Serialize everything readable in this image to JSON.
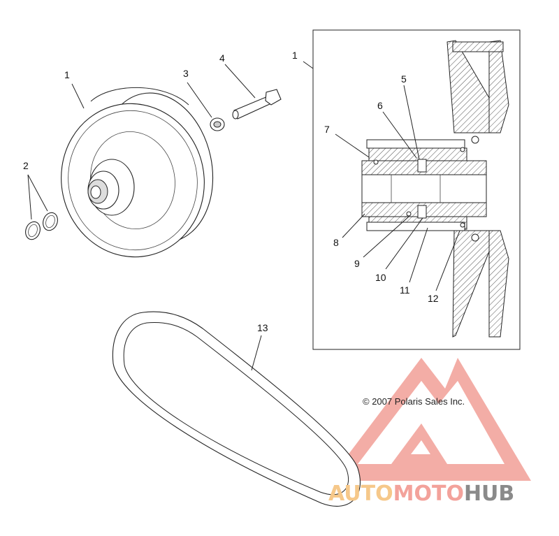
{
  "callouts": {
    "c1_left": "1",
    "c2": "2",
    "c3": "3",
    "c4": "4",
    "c1_box": "1",
    "c5": "5",
    "c6": "6",
    "c7": "7",
    "c8": "8",
    "c9": "9",
    "c10": "10",
    "c11": "11",
    "c12": "12",
    "c13": "13"
  },
  "copyright": "© 2007 Polaris Sales Inc.",
  "watermark": {
    "part1": "AUTO",
    "part2": "MOTO",
    "part3": "HUB",
    "colors": {
      "auto": "#f6c88a",
      "moto": "#f3a29b",
      "hub": "#8a8a8a",
      "triangle": "#f08c84"
    }
  }
}
